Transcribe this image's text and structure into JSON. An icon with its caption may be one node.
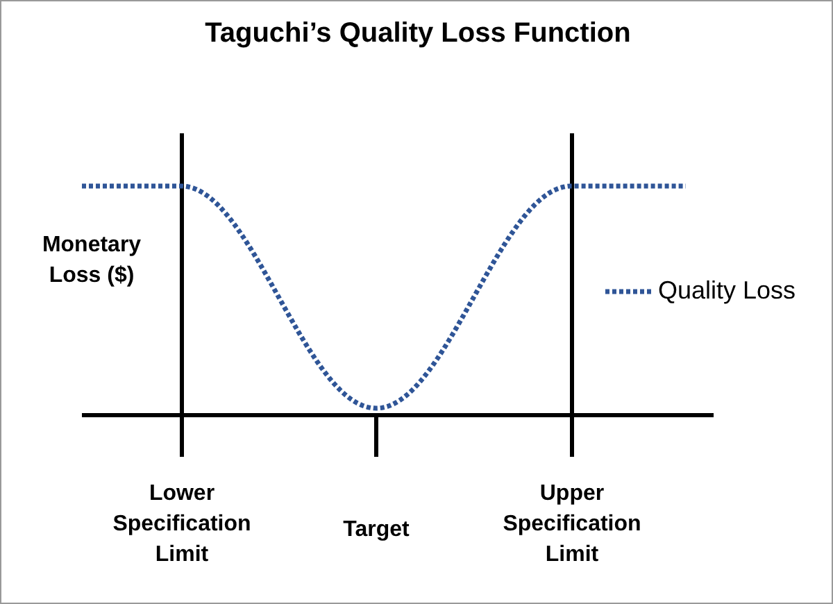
{
  "diagram": {
    "title": "Taguchi’s Quality Loss Function",
    "labels": [
      "Monetary Loss ($)",
      "Lower Specification Limit",
      "Target",
      "Upper Specification Limit"
    ],
    "legend": [
      {
        "text": "Quality Loss"
      }
    ]
  }
}
